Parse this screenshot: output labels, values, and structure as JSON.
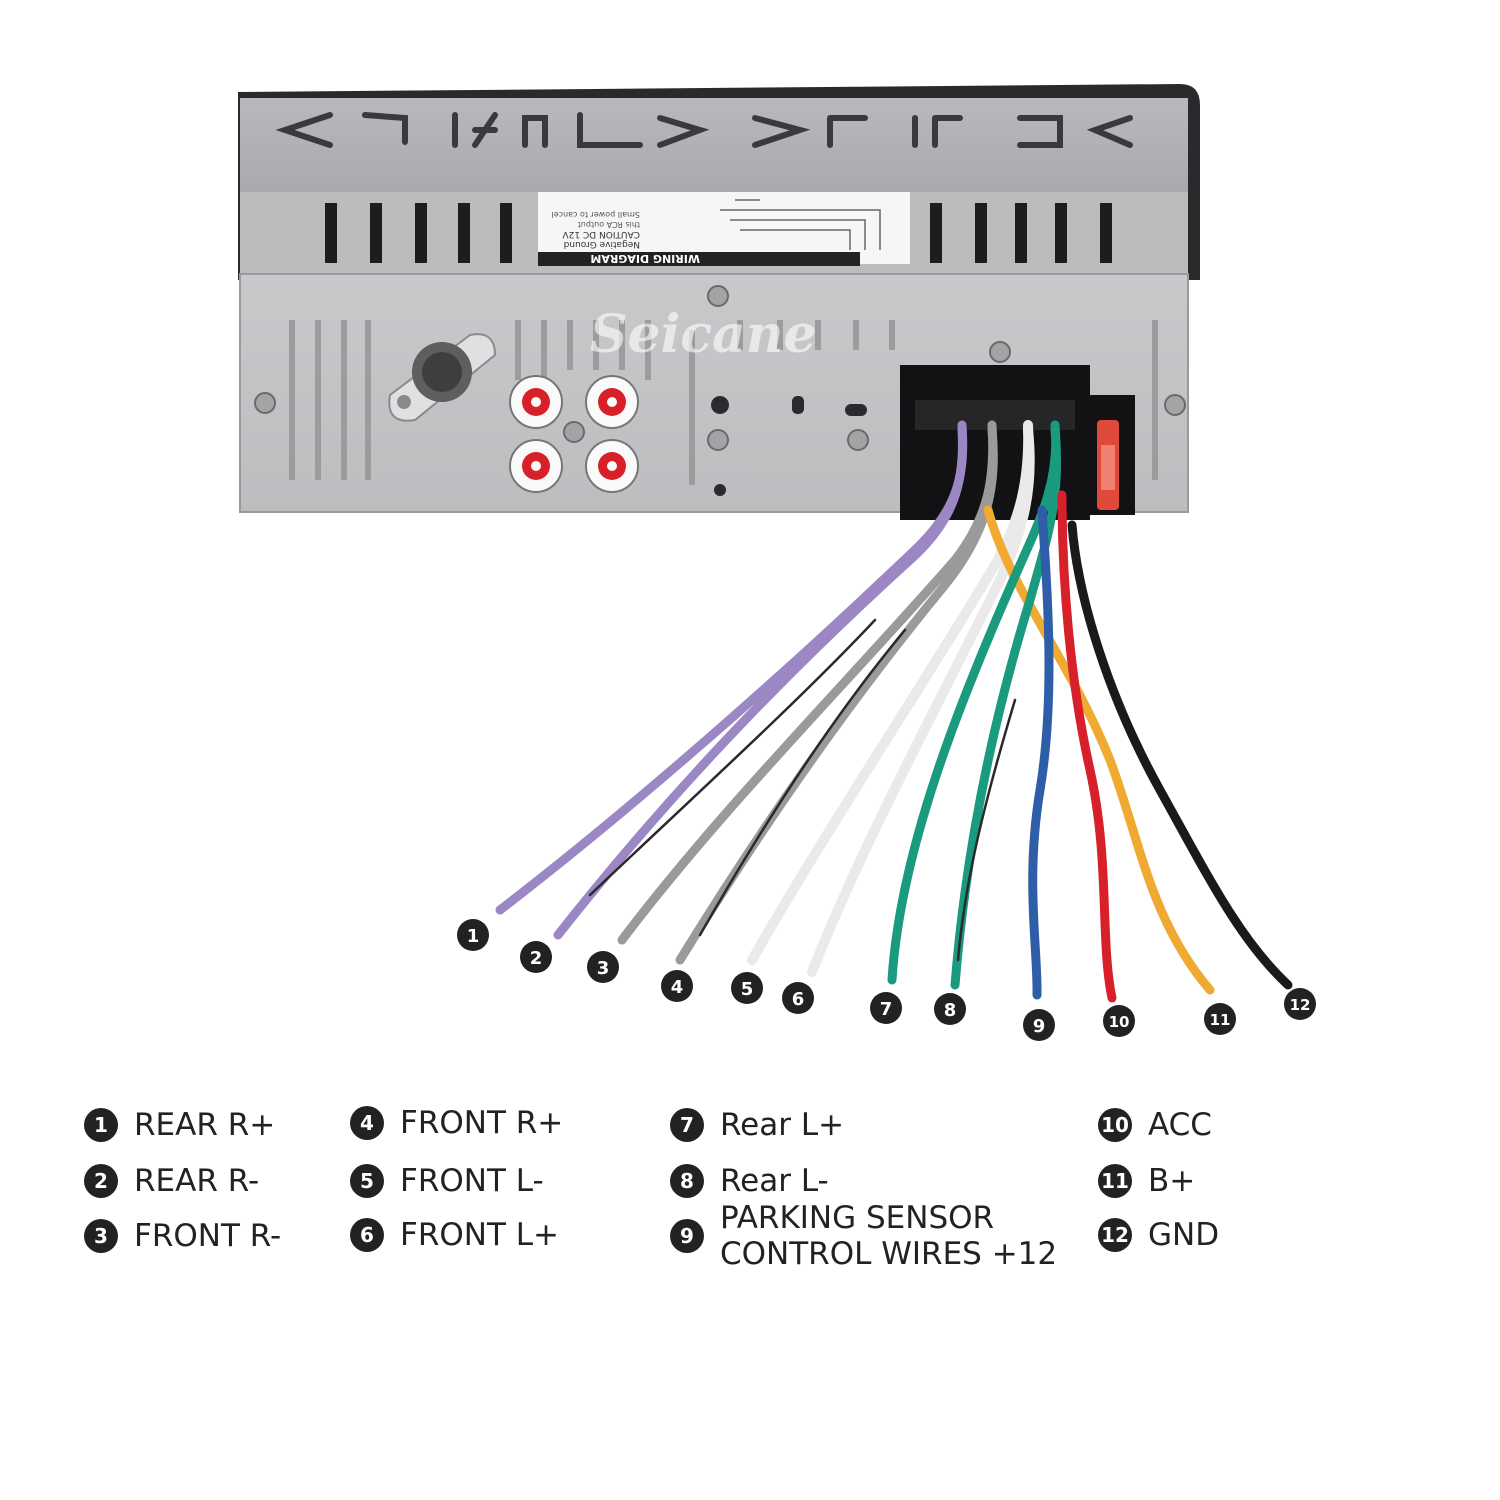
{
  "label": {
    "title": "WIRING  DIAGRAM",
    "line1": "CAUTION DC 12V",
    "line2": "Negative Ground",
    "line3": "Small power to cancel",
    "line4": "this RCA output"
  },
  "watermark": "Seicane",
  "wire_numbers": [
    "1",
    "2",
    "3",
    "4",
    "5",
    "6",
    "7",
    "8",
    "9",
    "10",
    "11",
    "12"
  ],
  "legend": [
    {
      "num": "1",
      "text": "REAR R+"
    },
    {
      "num": "2",
      "text": "REAR R-"
    },
    {
      "num": "3",
      "text": "FRONT R-"
    },
    {
      "num": "4",
      "text": "FRONT R+"
    },
    {
      "num": "5",
      "text": "FRONT L-"
    },
    {
      "num": "6",
      "text": "FRONT L+"
    },
    {
      "num": "7",
      "text": "Rear L+"
    },
    {
      "num": "8",
      "text": "Rear L-"
    },
    {
      "num": "9",
      "text": "PARKING SENSOR\nCONTROL WIRES +12"
    },
    {
      "num": "10",
      "text": "ACC"
    },
    {
      "num": "11",
      "text": "B+"
    },
    {
      "num": "12",
      "text": "GND"
    }
  ],
  "colors": {
    "purple": "#9b87c4",
    "gray": "#9a9a9a",
    "white": "#f4f4f4",
    "green": "#1a9a7e",
    "blue": "#2f5ea8",
    "red": "#d8202a",
    "orange": "#f0aa32",
    "black": "#1a1a1a",
    "chassis": "#c8c8cb"
  }
}
